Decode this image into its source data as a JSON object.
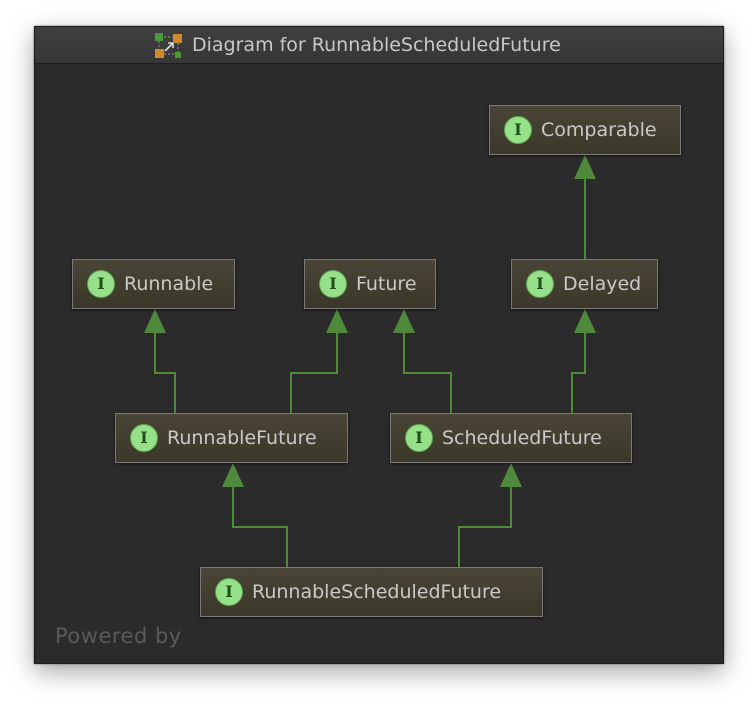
{
  "window": {
    "title": "Diagram for RunnableScheduledFuture"
  },
  "watermark": "Powered by",
  "colors": {
    "background": "#2b2b2b",
    "node_fill": "#443f30",
    "node_border": "#7a7a7a",
    "edge": "#4f8a3c",
    "interface_badge": "#96e08a"
  },
  "diagram": {
    "type": "class-hierarchy",
    "nodes": [
      {
        "id": "comparable",
        "label": "Comparable",
        "kind": "interface",
        "badge": "I"
      },
      {
        "id": "runnable",
        "label": "Runnable",
        "kind": "interface",
        "badge": "I"
      },
      {
        "id": "future",
        "label": "Future",
        "kind": "interface",
        "badge": "I"
      },
      {
        "id": "delayed",
        "label": "Delayed",
        "kind": "interface",
        "badge": "I"
      },
      {
        "id": "runnablefuture",
        "label": "RunnableFuture",
        "kind": "interface",
        "badge": "I"
      },
      {
        "id": "scheduledfuture",
        "label": "ScheduledFuture",
        "kind": "interface",
        "badge": "I"
      },
      {
        "id": "runnablescheduledfuture",
        "label": "RunnableScheduledFuture",
        "kind": "interface",
        "badge": "I"
      }
    ],
    "edges": [
      {
        "from": "delayed",
        "to": "comparable",
        "relation": "extends"
      },
      {
        "from": "runnablefuture",
        "to": "runnable",
        "relation": "extends"
      },
      {
        "from": "runnablefuture",
        "to": "future",
        "relation": "extends"
      },
      {
        "from": "scheduledfuture",
        "to": "future",
        "relation": "extends"
      },
      {
        "from": "scheduledfuture",
        "to": "delayed",
        "relation": "extends"
      },
      {
        "from": "runnablescheduledfuture",
        "to": "runnablefuture",
        "relation": "extends"
      },
      {
        "from": "runnablescheduledfuture",
        "to": "scheduledfuture",
        "relation": "extends"
      }
    ]
  }
}
